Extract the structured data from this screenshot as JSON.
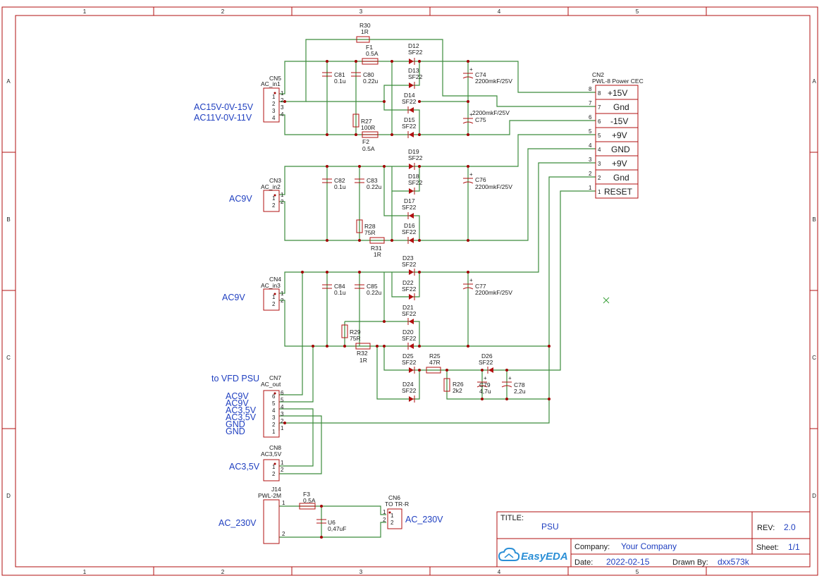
{
  "frame": {
    "columns": [
      "1",
      "2",
      "3",
      "4",
      "5"
    ],
    "rows": [
      "A",
      "B",
      "C",
      "D"
    ]
  },
  "nets": {
    "ac15": "AC15V-0V-15V",
    "ac11": "AC11V-0V-11V",
    "ac9_1": "AC9V",
    "ac9_2": "AC9V",
    "to_vfd": "to VFD PSU",
    "out_ac9_a": "AC9V",
    "out_ac9_b": "AC9V",
    "out_ac35_a": "AC3,5V",
    "out_ac35_b": "AC3,5V",
    "out_gnd_a": "GND",
    "out_gnd_b": "GND",
    "ac35": "AC3,5V",
    "ac230_in": "AC_230V",
    "ac230_out": "AC_230V"
  },
  "connectors": {
    "cn5": {
      "ref": "CN5",
      "value": "AC_in1",
      "pins": [
        "1",
        "2",
        "3",
        "4"
      ],
      "outer_pins": [
        "1",
        "2",
        "3",
        "4"
      ]
    },
    "cn3": {
      "ref": "CN3",
      "value": "AC_in2",
      "pins": [
        "1",
        "2"
      ],
      "outer_pins": [
        "1",
        "2"
      ]
    },
    "cn4": {
      "ref": "CN4",
      "value": "AC_in3",
      "pins": [
        "1",
        "2"
      ],
      "outer_pins": [
        "1",
        "2"
      ]
    },
    "cn7": {
      "ref": "CN7",
      "value": "AC_out",
      "pins": [
        "6",
        "5",
        "4",
        "3",
        "2",
        "1"
      ],
      "outer_pins": [
        "6",
        "5",
        "4",
        "3",
        "2",
        "1"
      ]
    },
    "cn8": {
      "ref": "CN8",
      "value": "AC3,5V",
      "pins": [
        "1",
        "2"
      ],
      "outer_pins": [
        "1",
        "2"
      ]
    },
    "j14": {
      "ref": "J14",
      "value": "PWL-2M",
      "outer_pins": [
        "1",
        "2"
      ]
    },
    "cn6": {
      "ref": "CN6",
      "value": "TO TR-R",
      "pins": [
        "1",
        "2"
      ],
      "outer_pins": [
        "1",
        "2"
      ]
    },
    "cn2": {
      "ref": "CN2",
      "value": "PWL-8 Power CEC",
      "pins": [
        {
          "num": "8",
          "label": "+15V"
        },
        {
          "num": "7",
          "label": "Gnd"
        },
        {
          "num": "6",
          "label": "-15V"
        },
        {
          "num": "5",
          "label": "+9V"
        },
        {
          "num": "4",
          "label": "GND"
        },
        {
          "num": "3",
          "label": "+9V"
        },
        {
          "num": "2",
          "label": "Gnd"
        },
        {
          "num": "1",
          "label": "RESET"
        }
      ],
      "outer_pins": [
        "8",
        "7",
        "6",
        "5",
        "4",
        "3",
        "2",
        "1"
      ]
    }
  },
  "resistors": [
    {
      "ref": "R30",
      "value": "1R"
    },
    {
      "ref": "R27",
      "value": "100R"
    },
    {
      "ref": "R28",
      "value": "75R"
    },
    {
      "ref": "R31",
      "value": "1R"
    },
    {
      "ref": "R29",
      "value": "75R"
    },
    {
      "ref": "R32",
      "value": "1R"
    },
    {
      "ref": "R25",
      "value": "47R"
    },
    {
      "ref": "R26",
      "value": "2k2"
    }
  ],
  "fuses": [
    {
      "ref": "F1",
      "value": "0.5A"
    },
    {
      "ref": "F2",
      "value": "0.5A"
    },
    {
      "ref": "F3",
      "value": "0.5A"
    }
  ],
  "capacitors": [
    {
      "ref": "C81",
      "value": "0.1u"
    },
    {
      "ref": "C80",
      "value": "0.22u"
    },
    {
      "ref": "C74",
      "value": "2200mkF/25V"
    },
    {
      "ref": "C75",
      "value": "2200mkF/25V"
    },
    {
      "ref": "C82",
      "value": "0.1u"
    },
    {
      "ref": "C83",
      "value": "0.22u"
    },
    {
      "ref": "C76",
      "value": "2200mkF/25V"
    },
    {
      "ref": "C84",
      "value": "0.1u"
    },
    {
      "ref": "C85",
      "value": "0.22u"
    },
    {
      "ref": "C77",
      "value": "2200mkF/25V"
    },
    {
      "ref": "C79",
      "value": "4,7u"
    },
    {
      "ref": "C78",
      "value": "2,2u"
    },
    {
      "ref": "U6",
      "value": "0,47uF"
    }
  ],
  "diodes": [
    {
      "ref": "D12",
      "value": "SF22"
    },
    {
      "ref": "D13",
      "value": "SF22"
    },
    {
      "ref": "D14",
      "value": "SF22"
    },
    {
      "ref": "D15",
      "value": "SF22"
    },
    {
      "ref": "D19",
      "value": "SF22"
    },
    {
      "ref": "D18",
      "value": "SF22"
    },
    {
      "ref": "D17",
      "value": "SF22"
    },
    {
      "ref": "D16",
      "value": "SF22"
    },
    {
      "ref": "D23",
      "value": "SF22"
    },
    {
      "ref": "D22",
      "value": "SF22"
    },
    {
      "ref": "D21",
      "value": "SF22"
    },
    {
      "ref": "D20",
      "value": "SF22"
    },
    {
      "ref": "D25",
      "value": "SF22"
    },
    {
      "ref": "D24",
      "value": "SF22"
    },
    {
      "ref": "D26",
      "value": "SF22"
    }
  ],
  "title_block": {
    "title_label": "TITLE:",
    "title": "PSU",
    "rev_label": "REV:",
    "rev": "2.0",
    "company_label": "Company:",
    "company": "Your Company",
    "sheet_label": "Sheet:",
    "sheet": "1/1",
    "date_label": "Date:",
    "date": "2022-02-15",
    "drawn_label": "Drawn By:",
    "drawn_by": "dxx573k",
    "logo": "EasyEDA"
  },
  "colors": {
    "frame": "#b01010",
    "wire": "#3c8c3c",
    "net_label": "#1f3fc0",
    "junction": "#a00000"
  },
  "icons": [
    "easyeda-cloud-logo",
    "cursor-cross-icon"
  ]
}
